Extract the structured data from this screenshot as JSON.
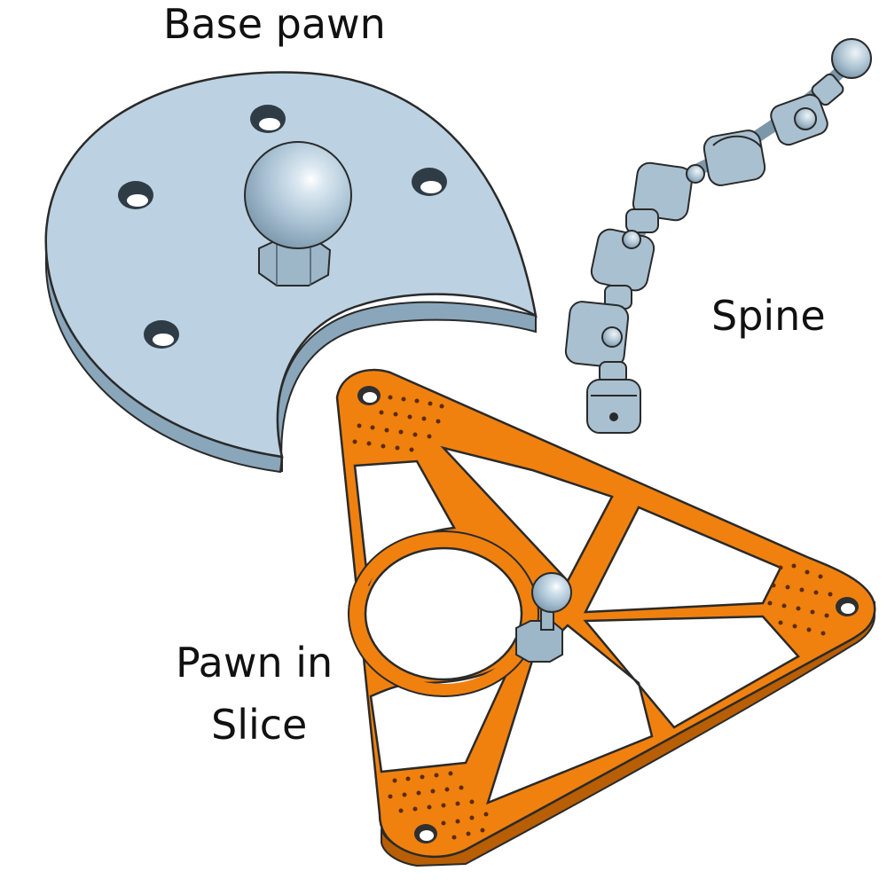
{
  "labels": {
    "base_pawn": "Base pawn",
    "spine": "Spine",
    "pawn_in_slice_line1": "Pawn in",
    "pawn_in_slice_line2": "Slice"
  },
  "colors": {
    "pawn_blue": "#b9cfdf",
    "pawn_blue_dark": "#8aa6ba",
    "outline": "#2a2a2a",
    "slice_orange": "#f0810f",
    "slice_orange_dark": "#b85e05",
    "background": "#ffffff"
  },
  "parts": [
    "base-pawn",
    "spine",
    "slice"
  ]
}
